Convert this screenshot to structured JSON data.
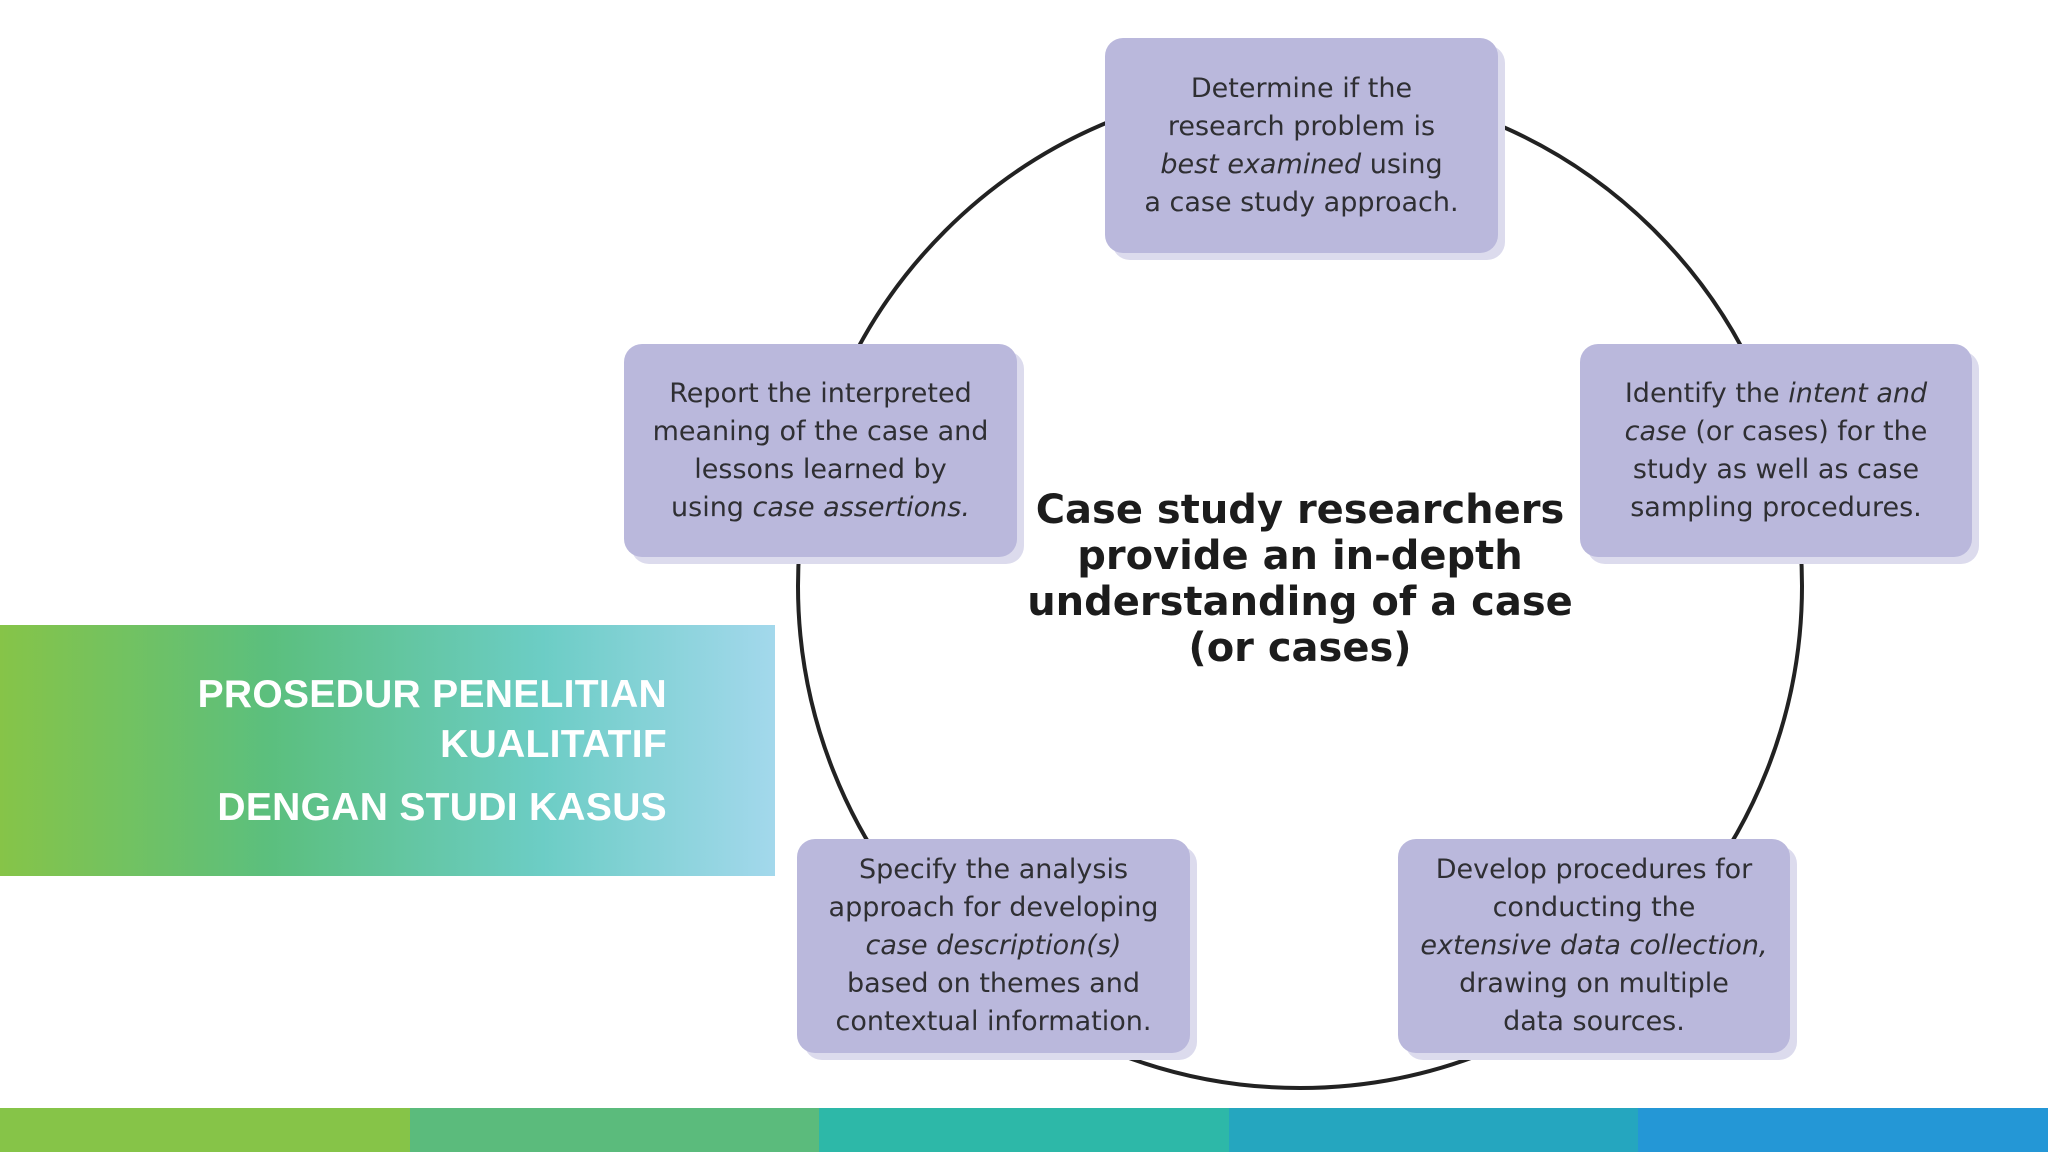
{
  "banner": {
    "line1": "PROSEDUR PENELITIAN",
    "line2": "KUALITATIF",
    "line3": "DENGAN STUDI KASUS"
  },
  "diagram": {
    "center_lines": [
      "Case study researchers",
      "provide an in-depth",
      "understanding of a case",
      "(or cases)"
    ],
    "nodes": [
      {
        "id": "determine",
        "lines": [
          [
            {
              "t": "Determine if the"
            }
          ],
          [
            {
              "t": "research problem is"
            }
          ],
          [
            {
              "t": "best examined",
              "i": true
            },
            {
              "t": " using"
            }
          ],
          [
            {
              "t": "a case study approach."
            }
          ]
        ]
      },
      {
        "id": "identify",
        "lines": [
          [
            {
              "t": "Identify the "
            },
            {
              "t": "intent and",
              "i": true
            }
          ],
          [
            {
              "t": "case",
              "i": true
            },
            {
              "t": " (or cases) for the"
            }
          ],
          [
            {
              "t": "study as well as case"
            }
          ],
          [
            {
              "t": "sampling procedures."
            }
          ]
        ]
      },
      {
        "id": "develop",
        "lines": [
          [
            {
              "t": "Develop procedures for"
            }
          ],
          [
            {
              "t": "conducting the"
            }
          ],
          [
            {
              "t": "extensive data collection,",
              "i": true
            }
          ],
          [
            {
              "t": "drawing on multiple"
            }
          ],
          [
            {
              "t": "data sources."
            }
          ]
        ]
      },
      {
        "id": "specify",
        "lines": [
          [
            {
              "t": "Specify the analysis"
            }
          ],
          [
            {
              "t": "approach for developing"
            }
          ],
          [
            {
              "t": "case description(s)",
              "i": true
            }
          ],
          [
            {
              "t": "based on themes and"
            }
          ],
          [
            {
              "t": "contextual information."
            }
          ]
        ]
      },
      {
        "id": "report",
        "lines": [
          [
            {
              "t": "Report the interpreted"
            }
          ],
          [
            {
              "t": "meaning of the case and"
            }
          ],
          [
            {
              "t": "lessons learned by"
            }
          ],
          [
            {
              "t": "using "
            },
            {
              "t": "case assertions.",
              "i": true
            }
          ]
        ]
      }
    ]
  },
  "colors": {
    "node_fill": "#bab8dc",
    "node_shadow": "#dcdbed",
    "cycle_stroke": "#222222",
    "footer_segments": [
      "#86c448",
      "#5bbb7c",
      "#2db8a8",
      "#25a6bf",
      "#2497d6"
    ]
  }
}
